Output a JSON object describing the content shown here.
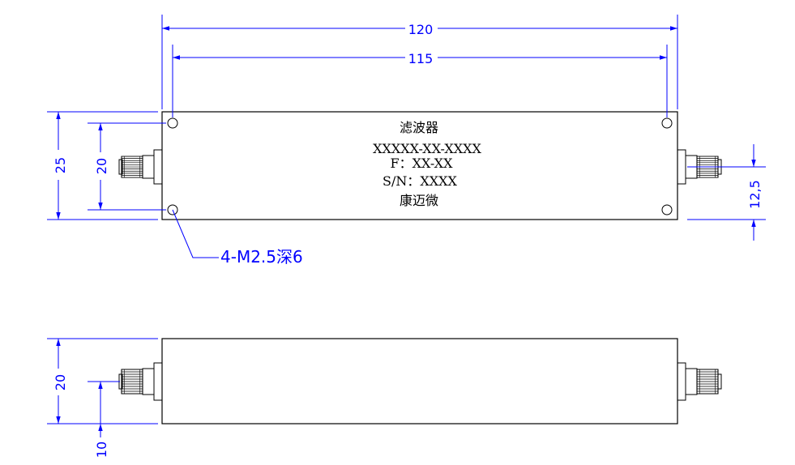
{
  "top_view": {
    "label_lines": [
      "滤波器",
      "XXXXX-XX-XXXX",
      "F：XX-XX",
      "S/N：XXXX",
      "康迈微"
    ],
    "dimensions": {
      "overall_length": "120",
      "hole_spacing_length": "115",
      "overall_height": "25",
      "hole_spacing_height": "20",
      "connector_offset": "12,5"
    },
    "hole_note": "4-M2.5深6"
  },
  "side_view": {
    "dimensions": {
      "overall_height": "20",
      "connector_offset": "10"
    }
  },
  "colors": {
    "dimension": "#0000ff",
    "outline": "#000000"
  }
}
